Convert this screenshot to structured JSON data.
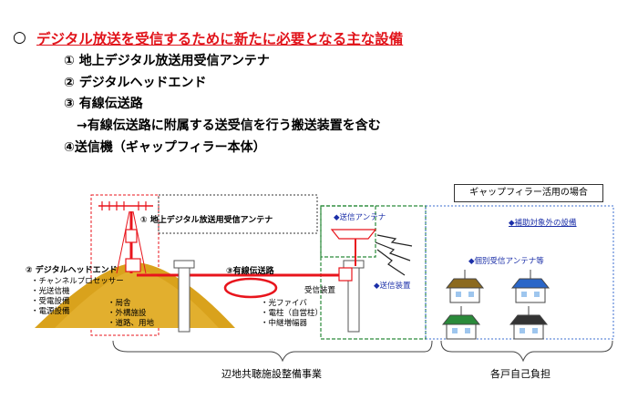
{
  "heading": {
    "bullet": "○",
    "title": "デジタル放送を受信するために新たに必要となる主な設備"
  },
  "items": [
    "① 地上デジタル放送用受信アンテナ",
    "② デジタルヘッドエンド",
    "③ 有線伝送路",
    "→有線伝送路に附属する送受信を行う搬送装置を含む",
    "④送信機（ギャップフィラー本体）"
  ],
  "diagram": {
    "antenna_label": "① 地上デジタル放送用受信アンテナ",
    "headend_label": "② デジタルヘッドエンド",
    "headend_parts": [
      "・チャンネルプロセッサー",
      "・光送信機",
      "・受電設備",
      "・電源設備"
    ],
    "station_parts": [
      "・局舎",
      "・外構施設",
      "・道路、用地"
    ],
    "line_label": "③有線伝送路",
    "line_parts": [
      "・光ファイバ",
      "・電柱（自営柱）",
      "・中継増幅器"
    ],
    "receiver_label": "受信装置",
    "tx_antenna_label": "◆送信アンテナ",
    "tx_device_label": "◆送信装置",
    "gapfiller_case": "ギャップフィラー活用の場合",
    "subsidy_out": "◆補助対象外の設備",
    "individual_antenna": "◆個別受信アンテナ等",
    "footer_left": "辺地共聴施設整備事業",
    "footer_right": "各戸自己負担"
  },
  "colors": {
    "title_red": "#e1141b",
    "cable_red": "#e8141c",
    "label_blue": "#1b2fa8",
    "green_dash": "#2a8a3a",
    "blue_dash": "#3d6fd0",
    "mound": "#d9a21c"
  }
}
